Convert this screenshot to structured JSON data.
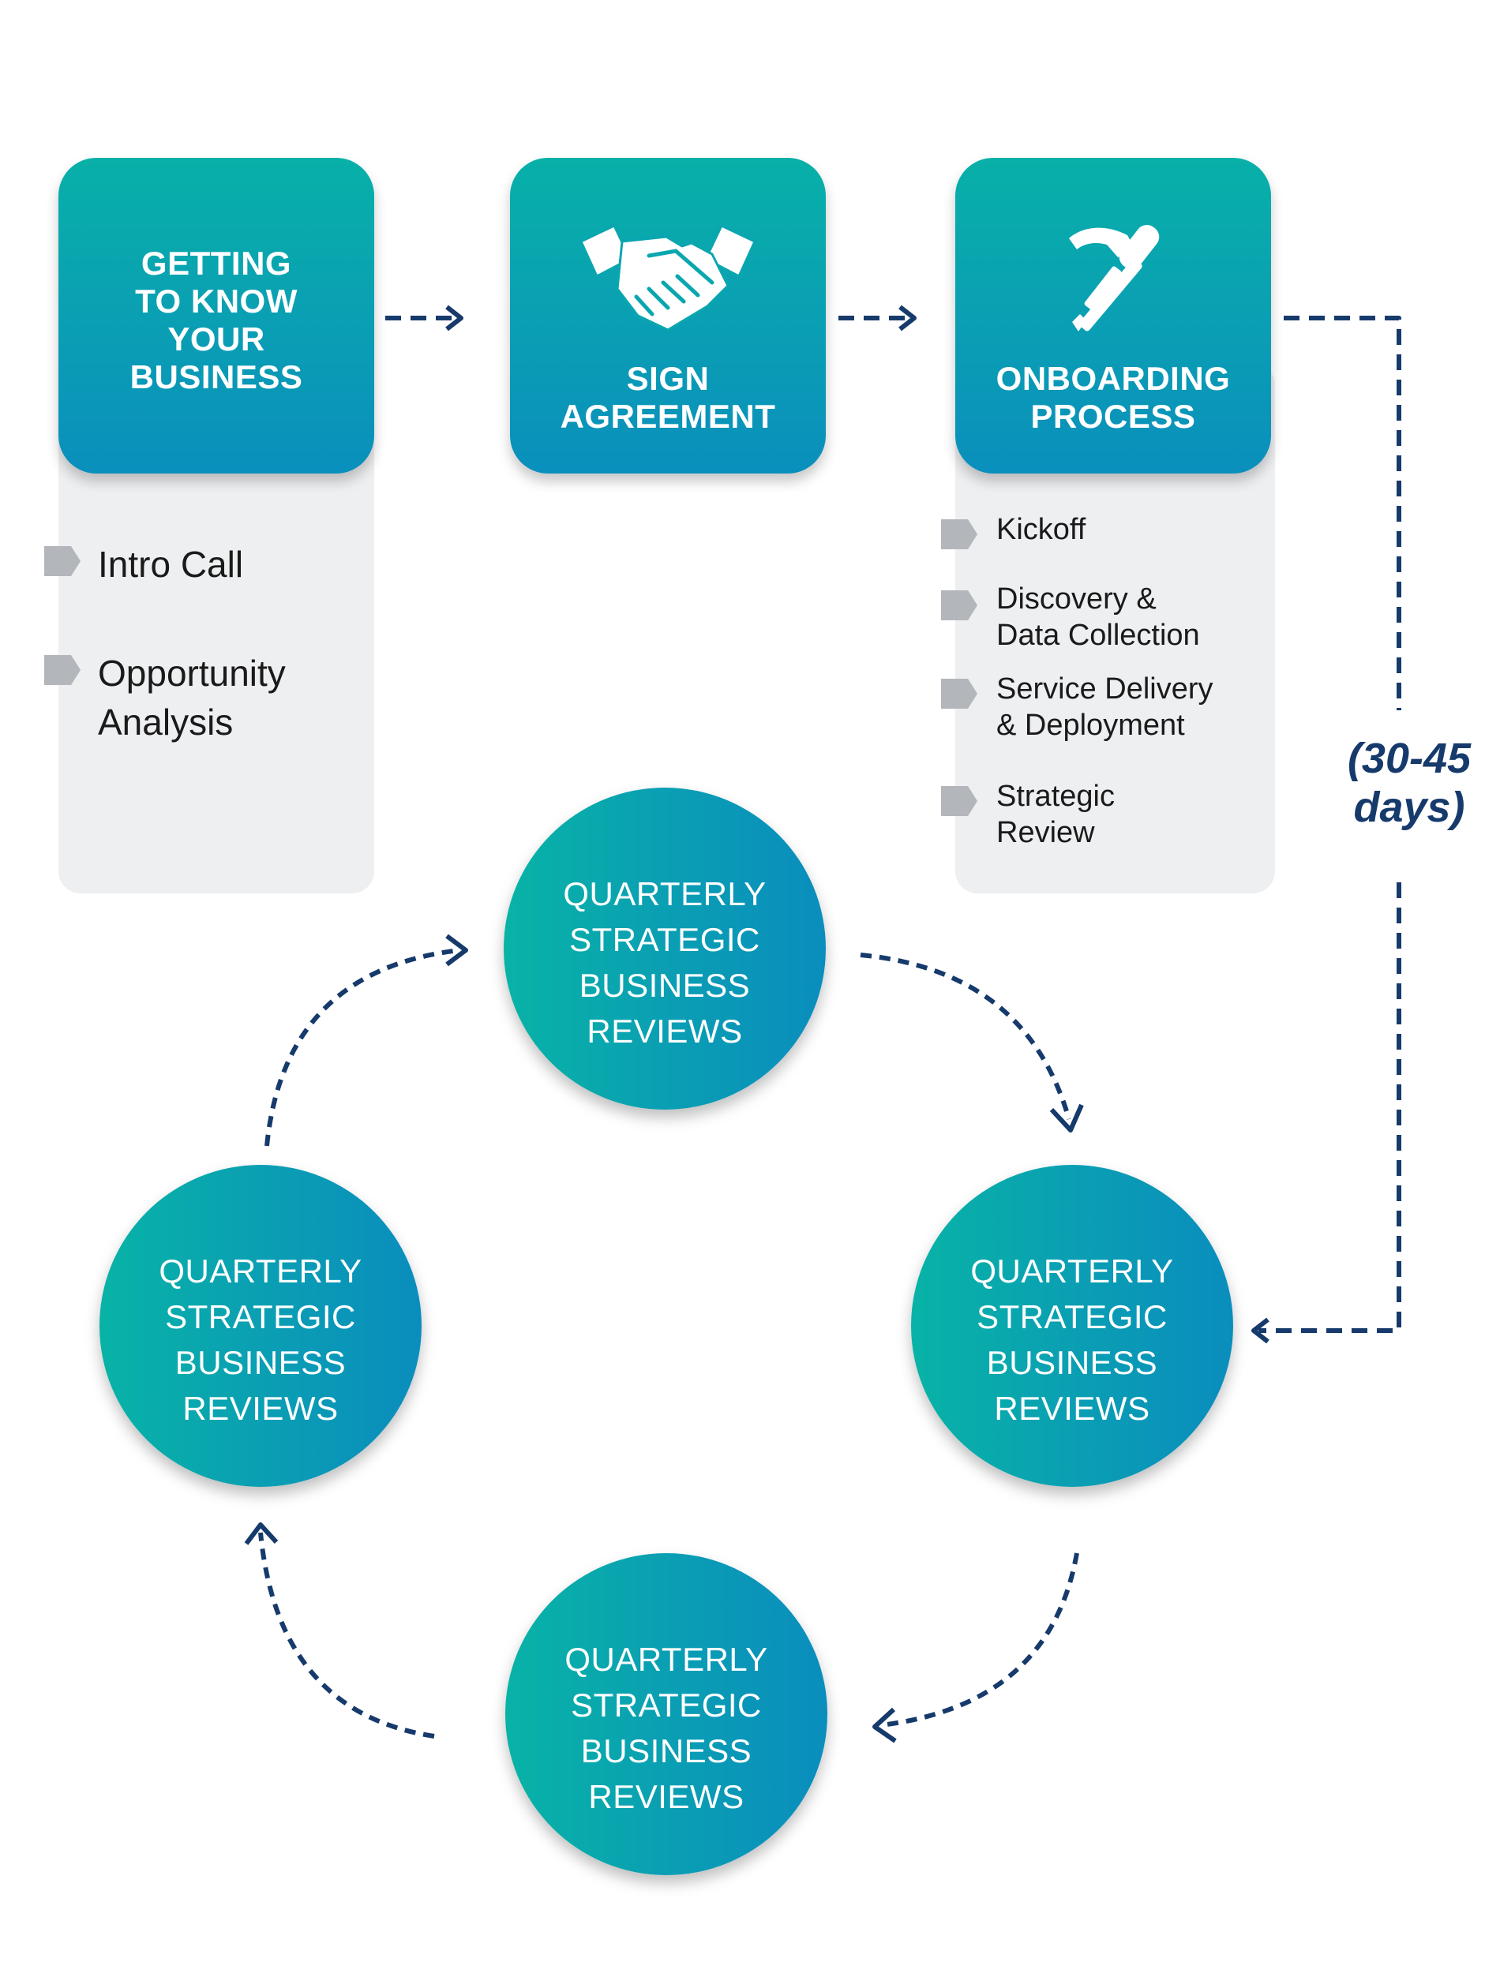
{
  "colors": {
    "teal_top": "#08b0a8",
    "teal_bottom": "#0a8fbc",
    "arrow": "#163a6b",
    "panel": "#eeeff1",
    "bullet": "#b3b6ba",
    "card_text": "#ffffff"
  },
  "steps": [
    {
      "title": "GETTING\nTO KNOW\nYOUR\nBUSINESS",
      "icon": "",
      "items": [
        "Intro Call",
        "Opportunity\nAnalysis"
      ]
    },
    {
      "title": "SIGN\nAGREEMENT",
      "icon": "handshake-icon",
      "items": []
    },
    {
      "title": "ONBOARDING\nPROCESS",
      "icon": "hammer-screwdriver-icon",
      "items": [
        "Kickoff",
        "Discovery &\nData Collection",
        "Service Delivery\n& Deployment",
        "Strategic\nReview"
      ]
    }
  ],
  "duration_label": "(30-45\ndays)",
  "cycle": [
    {
      "label": "QUARTERLY\nSTRATEGIC\nBUSINESS\nREVIEWS"
    },
    {
      "label": "QUARTERLY\nSTRATEGIC\nBUSINESS\nREVIEWS"
    },
    {
      "label": "QUARTERLY\nSTRATEGIC\nBUSINESS\nREVIEWS"
    },
    {
      "label": "QUARTERLY\nSTRATEGIC\nBUSINESS\nREVIEWS"
    }
  ]
}
